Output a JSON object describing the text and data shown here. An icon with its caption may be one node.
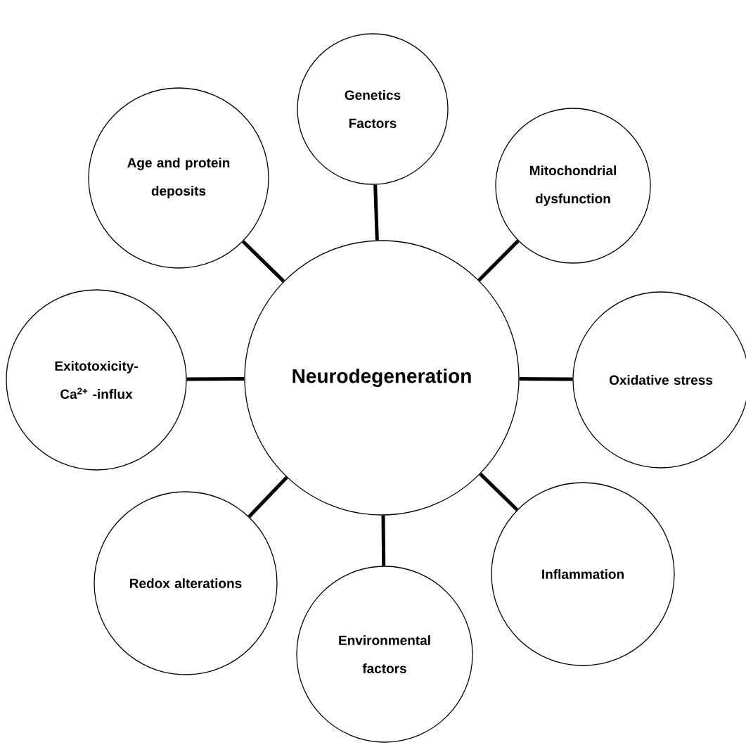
{
  "diagram": {
    "nodes": [
      {
        "text": [
          "Neurodegeneration"
        ]
      },
      {
        "text": [
          "Genetics Factors"
        ]
      },
      {
        "text": [
          "Age and protein deposits"
        ]
      },
      {
        "text": [
          "Mitochondrial dysfunction"
        ]
      },
      {
        "text": [
          "Exitotoxicity-Ca$^{2+}$ -influx"
        ]
      },
      {
        "text": [
          "Oxidative stress"
        ]
      },
      {
        "text": [
          "Redox alterations"
        ]
      },
      {
        "text": [
          "Inflammation"
        ]
      },
      {
        "text": [
          "Environmental factors"
        ]
      }
    ],
    "edges": [
      {
        "from": 0,
        "to": 1,
        "arrow": "none"
      },
      {
        "from": 0,
        "to": 2,
        "arrow": "none"
      },
      {
        "from": 0,
        "to": 3,
        "arrow": "none"
      },
      {
        "from": 0,
        "to": 4,
        "arrow": "none"
      },
      {
        "from": 0,
        "to": 5,
        "arrow": "none"
      },
      {
        "from": 0,
        "to": 6,
        "arrow": "none"
      },
      {
        "from": 0,
        "to": 7,
        "arrow": "none"
      },
      {
        "from": 0,
        "to": 8,
        "arrow": "none"
      }
    ]
  }
}
